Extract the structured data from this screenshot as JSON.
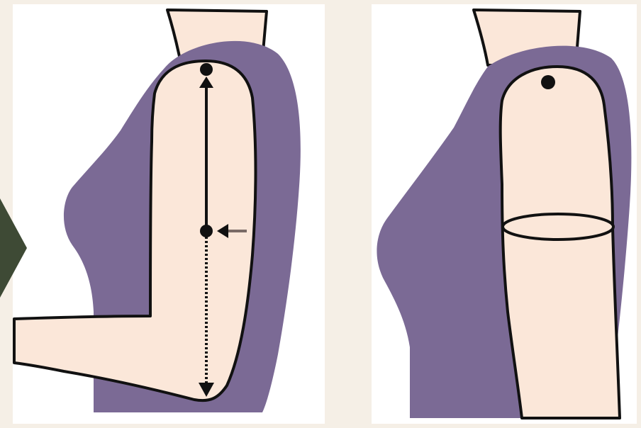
{
  "figure": {
    "panels": [
      {
        "id": "left",
        "content": "upper-arm-length-and-midpoint-measurement",
        "markers": [
          "shoulder-point",
          "midpoint",
          "elbow-point"
        ],
        "indicator": "arrow-pointing-left"
      },
      {
        "id": "right",
        "content": "upper-arm-circumference-measurement",
        "markers": [
          "shoulder-point",
          "circumference-ring"
        ]
      }
    ],
    "side_tab": "chevron-right-icon"
  },
  "colors": {
    "background": "#ffffff",
    "panel_frame": "#f5efe6",
    "torso": "#7b6a95",
    "skin": "#fbe7d9",
    "outline": "#111111",
    "side_tab": "#3e4a35",
    "indicator_arrow": "#7a6a66"
  }
}
